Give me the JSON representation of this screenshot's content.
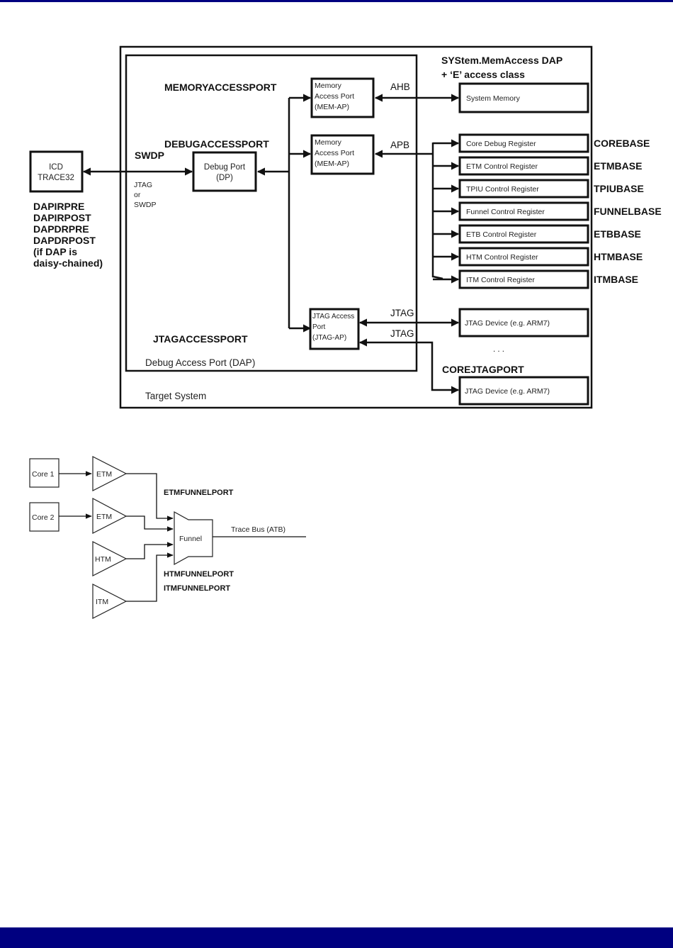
{
  "page": {
    "header_bar_color": "#000080",
    "footer_bar_color": "#000080"
  },
  "dap_diagram": {
    "target_system_label": "Target System",
    "dap_label": "Debug Access Port (DAP)",
    "sysmem_access_line1": "SYStem.MemAccess DAP",
    "sysmem_access_line2": "+ ‘E’ access class",
    "icd_box": [
      "ICD",
      "TRACE32"
    ],
    "daisy_chain_labels": [
      "DAPIRPRE",
      "DAPIRPOST",
      "DAPDRPRE",
      "DAPDRPOST",
      "(if DAP is",
      "daisy-chained)"
    ],
    "swdp_label": "SWDP",
    "jtag_or_swdp": [
      "JTAG",
      "or",
      "SWDP"
    ],
    "debug_port_box": [
      "Debug Port",
      "(DP)"
    ],
    "memoryaccessport_label": "MEMORYACCESSPORT",
    "debugaccessport_label": "DEBUGACCESSPORT",
    "jtagaccessport_label": "JTAGACCESSPORT",
    "mem_ap_box": [
      "Memory",
      "Access Port",
      "(MEM-AP)"
    ],
    "jtag_ap_box": [
      "JTAG Access",
      "Port",
      "(JTAG-AP)"
    ],
    "bus_labels": {
      "ahb": "AHB",
      "apb": "APB",
      "jtag1": "JTAG",
      "jtag2": "JTAG"
    },
    "system_memory": "System Memory",
    "registers": [
      {
        "name": "Core Debug Register",
        "base": "COREBASE"
      },
      {
        "name": "ETM Control Register",
        "base": "ETMBASE"
      },
      {
        "name": "TPIU Control Register",
        "base": "TPIUBASE"
      },
      {
        "name": "Funnel Control Register",
        "base": "FUNNELBASE"
      },
      {
        "name": "ETB Control Register",
        "base": "ETBBASE"
      },
      {
        "name": "HTM Control Register",
        "base": "HTMBASE"
      },
      {
        "name": "ITM Control Register",
        "base": "ITMBASE"
      }
    ],
    "jtag_device_1": "JTAG Device (e.g. ARM7)",
    "jtag_device_2": "JTAG Device (e.g. ARM7)",
    "ellipsis": ". . .",
    "corejtagport_label": "COREJTAGPORT"
  },
  "funnel_diagram": {
    "core1": "Core 1",
    "core2": "Core 2",
    "etm1": "ETM",
    "etm2": "ETM",
    "htm": "HTM",
    "itm": "ITM",
    "funnel": "Funnel",
    "trace_bus": "Trace Bus (ATB)",
    "etmfunnelport": "ETMFUNNELPORT",
    "htmfunnelport": "HTMFUNNELPORT",
    "itmfunnelport": "ITMFUNNELPORT"
  }
}
